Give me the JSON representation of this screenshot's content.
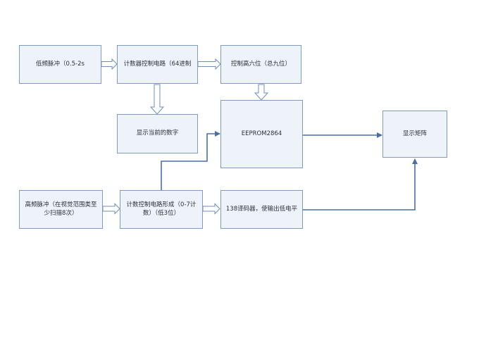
{
  "nodes": {
    "low_freq_pulse": "低频脉冲（0.5-2s",
    "counter_control_64": "计数器控制电路（64进制",
    "control_high_six": "控制高六位（总九位）",
    "display_current_number": "显示当前的数字",
    "eeprom": "EEPROM2864",
    "display_matrix": "显示矩阵",
    "high_freq_pulse": "高频脉冲（在视觉范围类至少扫描8次）",
    "counter_control_0_7": "计数控制电路形成（0-7计数）（低3位）",
    "decoder_138": "138译码器，使输出低电平"
  },
  "colors": {
    "node_fill": "#eef3f9",
    "node_border": "#7f9cc0",
    "edge": "#4a6fa5",
    "hollow_arrow": "#6f8fb8"
  }
}
